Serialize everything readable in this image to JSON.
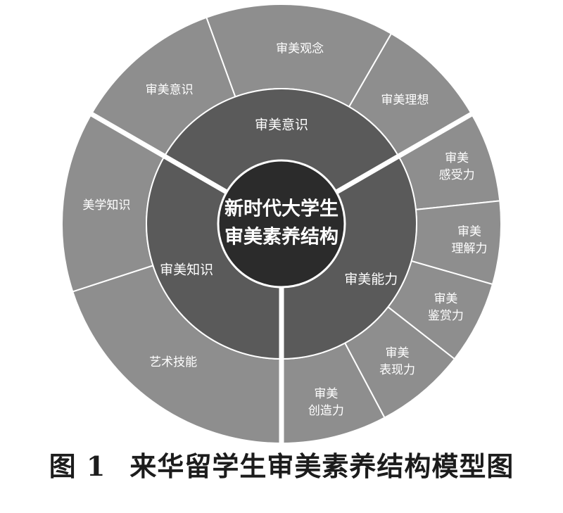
{
  "center": {
    "line1": "新时代大学生",
    "line2": "审美素养结构"
  },
  "inner_ring": [
    {
      "id": "awareness",
      "label": "审美意识"
    },
    {
      "id": "ability",
      "label": "审美能力"
    },
    {
      "id": "knowledge",
      "label": "审美知识"
    }
  ],
  "outer_ring": [
    {
      "id": "concept",
      "lines": [
        "审美观念"
      ]
    },
    {
      "id": "ideal",
      "lines": [
        "审美理想"
      ]
    },
    {
      "id": "feeling",
      "lines": [
        "审美",
        "感受力"
      ]
    },
    {
      "id": "understanding",
      "lines": [
        "审美",
        "理解力"
      ]
    },
    {
      "id": "appreciation",
      "lines": [
        "审美",
        "鉴赏力"
      ]
    },
    {
      "id": "expression",
      "lines": [
        "审美",
        "表现力"
      ]
    },
    {
      "id": "creation",
      "lines": [
        "审美",
        "创造力"
      ]
    },
    {
      "id": "art-skill",
      "lines": [
        "艺术技能"
      ]
    },
    {
      "id": "aesthetics-knowledge",
      "lines": [
        "美学知识"
      ]
    },
    {
      "id": "consciousness",
      "lines": [
        "审美意识"
      ]
    }
  ],
  "caption": {
    "number": "图 1",
    "title": "来华留学生审美素养结构模型图"
  },
  "colors": {
    "outer": "#8e8e8e",
    "inner": "#5a5a5a",
    "center": "#2b2b2b",
    "divider": "#ffffff",
    "text": "#ffffff"
  }
}
